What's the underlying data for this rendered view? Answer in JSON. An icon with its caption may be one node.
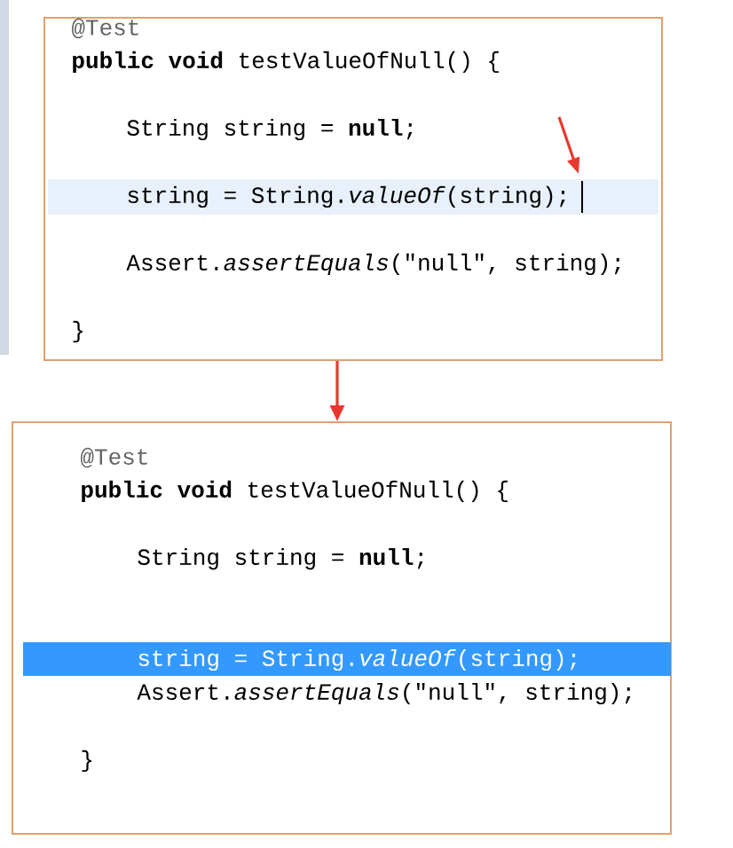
{
  "diagram": {
    "nodes": [
      {
        "text": [
          "@Test",
          "**public void** testValueOfNull() {",
          "String string = **null**;",
          "string = String.*valueOf*(string);",
          "Assert.*assertEquals*(\"null\", string);",
          "}"
        ]
      },
      {
        "text": [
          "@Test",
          "**public void** testValueOfNull() {",
          "String string = **null**;",
          "string = String.*valueOf*(string);",
          "Assert.*assertEquals*(\"null\", string);",
          "}"
        ]
      }
    ],
    "edges": [
      {
        "from": 0,
        "to": 1,
        "arrow": "to"
      }
    ]
  }
}
